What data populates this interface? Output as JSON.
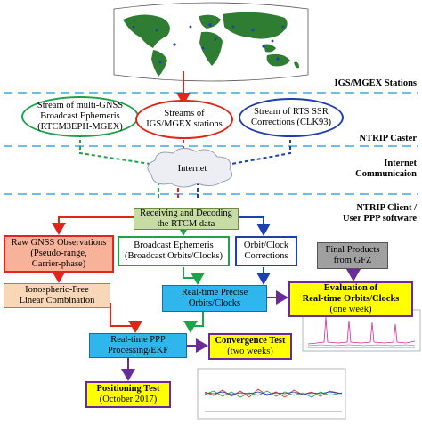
{
  "layers": {
    "igs": "IGS/MGEX Stations",
    "caster": "NTRIP Caster",
    "internet_line1": "Internet",
    "internet_line2": "Communicaion",
    "client_line1": "NTRIP Client /",
    "client_line2": "User PPP software"
  },
  "ellipses": {
    "left": [
      "Stream of multi-GNSS",
      "Broadcast Ephemeris",
      "(RTCM3EPH-MGEX)"
    ],
    "middle": [
      "Streams of",
      "IGS/MGEX stations"
    ],
    "right": [
      "Stream of RTS SSR",
      "Corrections (CLK93)"
    ]
  },
  "cloud": "Internet",
  "boxes": {
    "receive": [
      "Receiving and Decoding",
      "the RTCM data"
    ],
    "raw": [
      "Raw GNSS Observations",
      "(Pseudo-range,",
      "Carrier-phase)"
    ],
    "broadcast": [
      "Broadcast Ephemeris",
      "(Broadcast Orbits/Clocks)"
    ],
    "orbitclock": [
      "Orbit/Clock",
      "Corrections"
    ],
    "final": [
      "Final Products",
      "from GFZ"
    ],
    "ionofree": [
      "Ionospheric-Free",
      "Linear Combination"
    ],
    "rtprecise": [
      "Real-time Precise",
      "Orbits/Clocks"
    ],
    "evaluation": [
      "Evaluation of",
      "Real-time Orbits/Clocks",
      "(one week)"
    ],
    "rtppp": [
      "Real-time PPP",
      "Processing/EKF"
    ],
    "convergence": [
      "Convergence Test",
      "(two weeks)"
    ],
    "positioning": [
      "Positioning Test",
      "(October 2017)"
    ]
  },
  "colors": {
    "dash_line": "#3fa9e0",
    "red": "#e0261b",
    "green": "#1ea34a",
    "blue": "#1f3fb0",
    "purple": "#6a2a9a",
    "receive_fill": "#c6dca4",
    "raw_fill": "#f7b39a",
    "ionofree_fill": "#f7d7b8",
    "rtprecise_fill": "#2fb6ec",
    "rtppp_fill": "#2fb6ec",
    "final_fill": "#a0a0a0",
    "evaluation_fill": "#ffff00",
    "convergence_fill": "#ffff00",
    "positioning_fill": "#ffff00",
    "cloud_fill": "#eceef3",
    "ocean": "#ffffff",
    "land": "#2e7d32"
  },
  "map_icon": "world-map-with-station-markers",
  "chart_icon_1": "clock-error-time-series-plot",
  "chart_icon_2": "positioning-error-time-series-plot"
}
